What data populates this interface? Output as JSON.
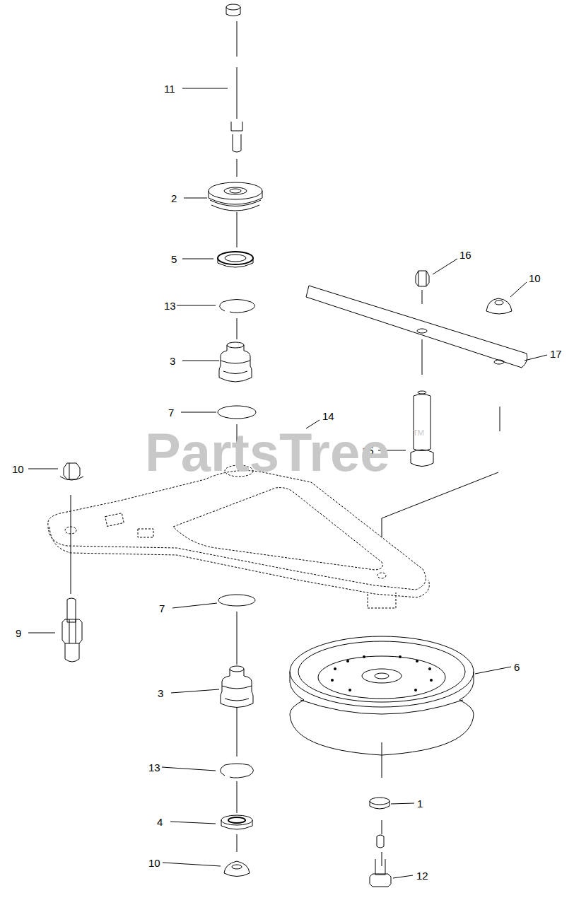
{
  "diagram": {
    "labels": [
      "11",
      "2",
      "5",
      "16",
      "10",
      "13",
      "17",
      "3",
      "7",
      "14",
      "15",
      "10",
      "9",
      "7",
      "3",
      "6",
      "13",
      "1",
      "4",
      "12",
      "10",
      "PartsTree",
      "TM"
    ]
  }
}
